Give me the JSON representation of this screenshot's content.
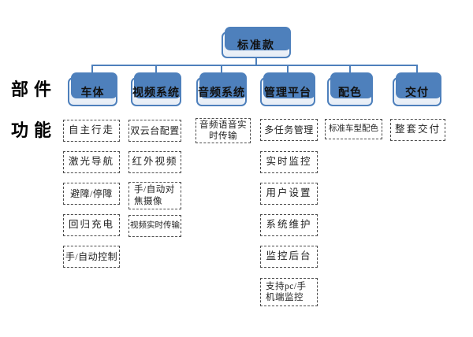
{
  "palette": {
    "accent": "#4e80bc",
    "box_fill_light": "#eef3f9",
    "dash_border": "#4d4d4d"
  },
  "root": {
    "label": "标准款"
  },
  "row_labels": {
    "parts": "部件",
    "functions": "功能"
  },
  "columns": [
    {
      "label": "车体",
      "items": [
        "自主行走",
        "激光导航",
        "避障/停障",
        "回归充电",
        "手/自动控制"
      ]
    },
    {
      "label": "视频系统",
      "items": [
        "双云台配置",
        "红外视频",
        "手/自动对焦摄像",
        "视频实时传输"
      ]
    },
    {
      "label": "音频系统",
      "items": [
        "音频语音实时传输"
      ]
    },
    {
      "label": "管理平台",
      "items": [
        "多任务管理",
        "实时监控",
        "用户设置",
        "系统维护",
        "监控后台",
        "支持pc/手机端监控"
      ]
    },
    {
      "label": "配色",
      "items": [
        "标准车型配色"
      ]
    },
    {
      "label": "交付",
      "items": [
        "整套交付"
      ]
    }
  ]
}
